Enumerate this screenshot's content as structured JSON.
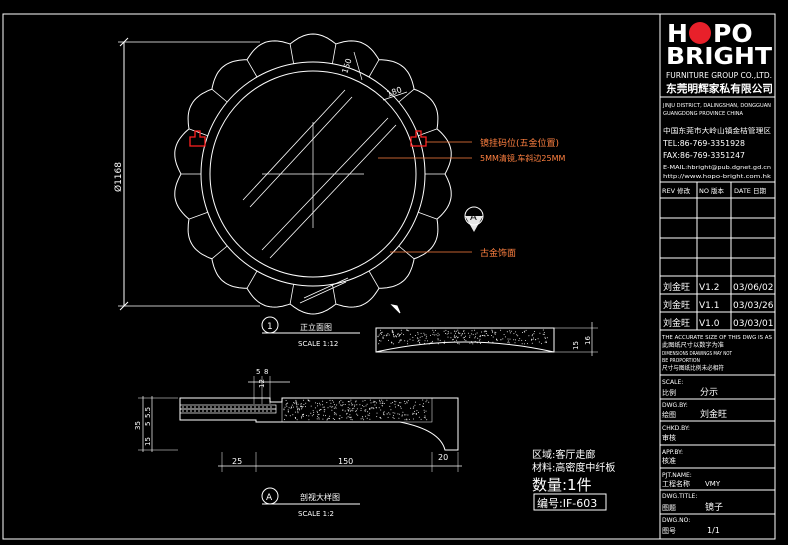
{
  "title_block": {
    "logo_left": "H",
    "logo_right": "PO",
    "logo_line2": "BRIGHT",
    "company_en": "FURNITURE GROUP CO.,LTD.",
    "company_cn": "东莞明辉家私有限公司",
    "address_en_1": "JINJU DISTRICT, DALINGSHAN, DONGGUAN",
    "address_en_2": "GUANGDONG PROVINCE CHINA",
    "address_cn": "中国东莞市大岭山镇金桔管理区",
    "tel": "TEL:86-769-3351928",
    "fax": "FAX:86-769-3351247",
    "email": "E-MAIL:hbright@pub.dgnet.gd.cn",
    "web": "http://www.hopo-bright.com.hk",
    "rev_header": [
      "REV 修改",
      "NO 版本",
      "DATE 日期"
    ],
    "revisions": [
      {
        "by": "刘金旺",
        "ver": "V1.2",
        "date": "03/06/02"
      },
      {
        "by": "刘金旺",
        "ver": "V1.1",
        "date": "03/03/26"
      },
      {
        "by": "刘金旺",
        "ver": "V1.0",
        "date": "03/03/01"
      }
    ],
    "note_1": "THE ACCURATE SIZE OF THIS DWG IS AS",
    "note_2": "此图纸尺寸以数字为准",
    "note_3": "DIMENSIONS DRAWINGS MAY NOT",
    "note_4": "BE PROPORTION",
    "note_5": "尺寸与图纸比例未必相符",
    "scale_label": "SCALE:",
    "scale_cn": "比例",
    "scale_value": "分示",
    "drawn_label": "DWG.BY:",
    "drawn_cn": "绘图",
    "drawn_value": "刘金旺",
    "chkd_label": "CHKD.BY:",
    "chkd_cn": "审核",
    "appd_label": "APP.BY:",
    "appd_cn": "核准",
    "prj_label": "PJT.NAME:",
    "prj_cn": "工程名称",
    "prj_value": "VMY",
    "dtitle_label": "DWG.TITLE:",
    "dtitle_cn": "图题",
    "dtitle_value": "镜子",
    "dno_label": "DWG.NO:",
    "dno_cn": "图号",
    "dno_value": "1/1"
  },
  "drawing": {
    "dim_height": "Ø1168",
    "dim_top1": "150",
    "dim_top2": "180",
    "callout_1": "镜挂码位(五金位置)",
    "callout_2": "5MM清镜,车斜边25MM",
    "callout_3": "古金饰面",
    "section_marker": "A",
    "view1_no": "1",
    "view1_title": "正立面图",
    "view1_scale": "SCALE 1:12",
    "viewA_no": "A",
    "viewA_title": "剖视大样图",
    "viewA_scale": "SCALE 1:2",
    "sec_dim_a": "5",
    "sec_dim_b": "8",
    "sec_dim_c": "12",
    "sec_dim_left1": "5.5",
    "sec_dim_left2": "5",
    "sec_dim_left3": "35",
    "sec_dim_left4": "15",
    "sec_dim_bot1": "25",
    "sec_dim_bot2": "150",
    "sec_dim_bot3": "20",
    "small_dim1": "15",
    "small_dim2": "16",
    "info_area": "区域:客厅走廊",
    "info_material": "材料:高密度中纤板",
    "info_qty": "数量:1件",
    "info_no": "编号:IF-603"
  }
}
